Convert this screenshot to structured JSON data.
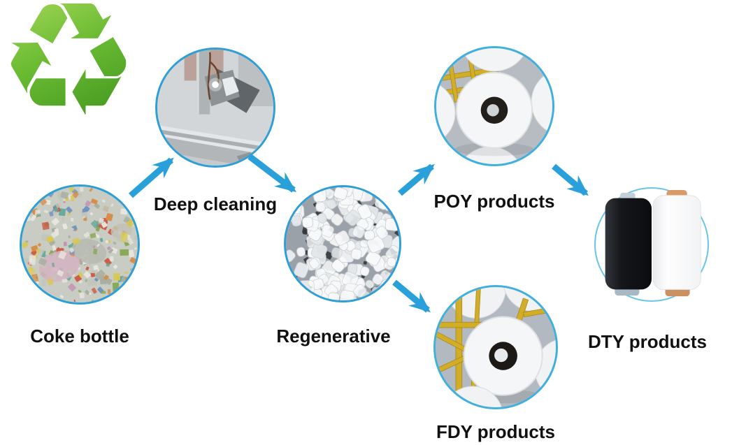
{
  "recycle": {
    "glyph": "♻",
    "icon": "recycle-icon"
  },
  "diagram": {
    "nodes": [
      {
        "id": "coke-bottle",
        "label": "Coke bottle",
        "image": "shredded-plastic-bottle-flakes"
      },
      {
        "id": "deep-cleaning",
        "label": "Deep cleaning",
        "image": "washing-machinery"
      },
      {
        "id": "regenerative",
        "label": "Regenerative",
        "image": "recycled-pet-pellets"
      },
      {
        "id": "poy",
        "label": "POY products",
        "image": "poy-yarn-spools"
      },
      {
        "id": "fdy",
        "label": "FDY products",
        "image": "fdy-yarn-spools"
      },
      {
        "id": "dty",
        "label": "DTY products",
        "image": "dty-yarn-bobbins"
      }
    ],
    "edges": [
      {
        "from": "coke-bottle",
        "to": "deep-cleaning"
      },
      {
        "from": "deep-cleaning",
        "to": "regenerative"
      },
      {
        "from": "regenerative",
        "to": "poy"
      },
      {
        "from": "regenerative",
        "to": "fdy"
      },
      {
        "from": "poy",
        "to": "dty"
      }
    ],
    "colors": {
      "arrow": "#2aa0db",
      "ring": "#2e9fd6",
      "ring_light": "#6ac4ea",
      "label": "#111111",
      "recycle_green_light": "#9ed454",
      "recycle_green_dark": "#3c921d"
    }
  }
}
